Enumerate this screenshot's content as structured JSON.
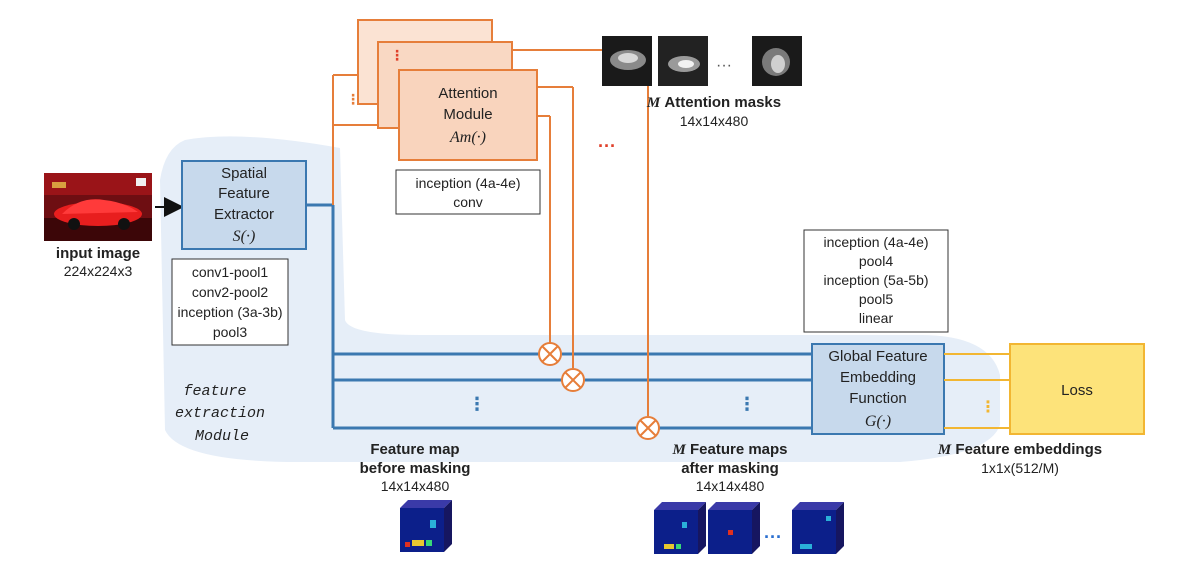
{
  "input": {
    "label": "input image",
    "size": "224x224x3"
  },
  "spatial_extractor": {
    "line1": "Spatial",
    "line2": "Feature",
    "line3": "Extractor",
    "func": "S(·)",
    "layers": [
      "conv1-pool1",
      "conv2-pool2",
      "inception (3a-3b)",
      "pool3"
    ]
  },
  "attention": {
    "line1": "Attention",
    "line2": "Module",
    "func": "Am(·)",
    "layers": [
      "inception (4a-4e)",
      "conv"
    ],
    "masks_label_var": "M",
    "masks_label": "Attention masks",
    "masks_size": "14x14x480"
  },
  "global_embedding": {
    "line1": "Global Feature",
    "line2": "Embedding",
    "line3": "Function",
    "func": "G(·)",
    "layers": [
      "inception (4a-4e)",
      "pool4",
      "inception (5a-5b)",
      "pool5",
      "linear"
    ]
  },
  "loss": {
    "label": "Loss"
  },
  "feature_extraction_module": {
    "line1": "feature",
    "line2": "extraction",
    "line3": "Module"
  },
  "feature_map_before": {
    "line1": "Feature map",
    "line2": "before masking",
    "size": "14x14x480"
  },
  "feature_maps_after": {
    "var": "M",
    "line1": "Feature maps",
    "line2": "after masking",
    "size": "14x14x480"
  },
  "embeddings": {
    "var": "M",
    "label": "Feature embeddings",
    "size": "1x1x(512/M)"
  },
  "colors": {
    "blue_box_fill": "#c7d9ec",
    "blue_line": "#3b78b0",
    "orange_line": "#e67e3a",
    "orange_fill": "#f9d4bd",
    "yellow_fill": "#fde37a",
    "yellow_line": "#f2b632",
    "region_fill": "#e6eef8"
  }
}
